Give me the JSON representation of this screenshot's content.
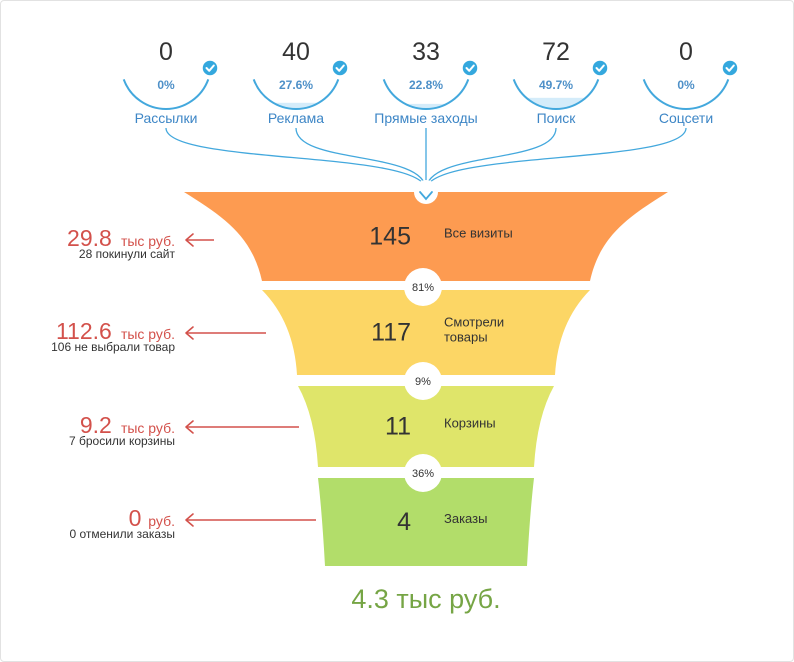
{
  "chart_data": {
    "type": "funnel",
    "sources": [
      {
        "label": "Рассылки",
        "count": "0",
        "pct": "0%",
        "fill": 0
      },
      {
        "label": "Реклама",
        "count": "40",
        "pct": "27.6%",
        "fill": 0.276
      },
      {
        "label": "Прямые заходы",
        "count": "33",
        "pct": "22.8%",
        "fill": 0.228
      },
      {
        "label": "Поиск",
        "count": "72",
        "pct": "49.7%",
        "fill": 0.497
      },
      {
        "label": "Соцсети",
        "count": "0",
        "pct": "0%",
        "fill": 0
      }
    ],
    "stages": [
      {
        "label": "Все визиты",
        "value": "145",
        "color": "#fd9b51"
      },
      {
        "label": "Смотрели товары",
        "value": "117",
        "color": "#fcd665"
      },
      {
        "label": "Корзины",
        "value": "11",
        "color": "#dfe56a"
      },
      {
        "label": "Заказы",
        "value": "4",
        "color": "#b2dd6a"
      }
    ],
    "conversions": [
      "81%",
      "9%",
      "36%"
    ],
    "losses": [
      {
        "amount": "29.8",
        "unit": "тыс руб.",
        "desc": "28 покинули сайт"
      },
      {
        "amount": "112.6",
        "unit": "тыс руб.",
        "desc": "106 не выбрали товар"
      },
      {
        "amount": "9.2",
        "unit": "тыс руб.",
        "desc": "7 бросили корзины"
      },
      {
        "amount": "0",
        "unit": "руб.",
        "desc": "0 отменили заказы"
      }
    ],
    "total": "4.3 тыс руб."
  },
  "colors": {
    "source_ring": "#43a8dd",
    "source_fill": "#d4ecfa",
    "check_badge": "#34a8de",
    "loss": "#d3514b",
    "total": "#76a545"
  },
  "icons": {
    "source_check": "check-circle-icon",
    "loss_arrow": "arrow-left-icon",
    "merge_arrow": "arrow-down-icon"
  }
}
